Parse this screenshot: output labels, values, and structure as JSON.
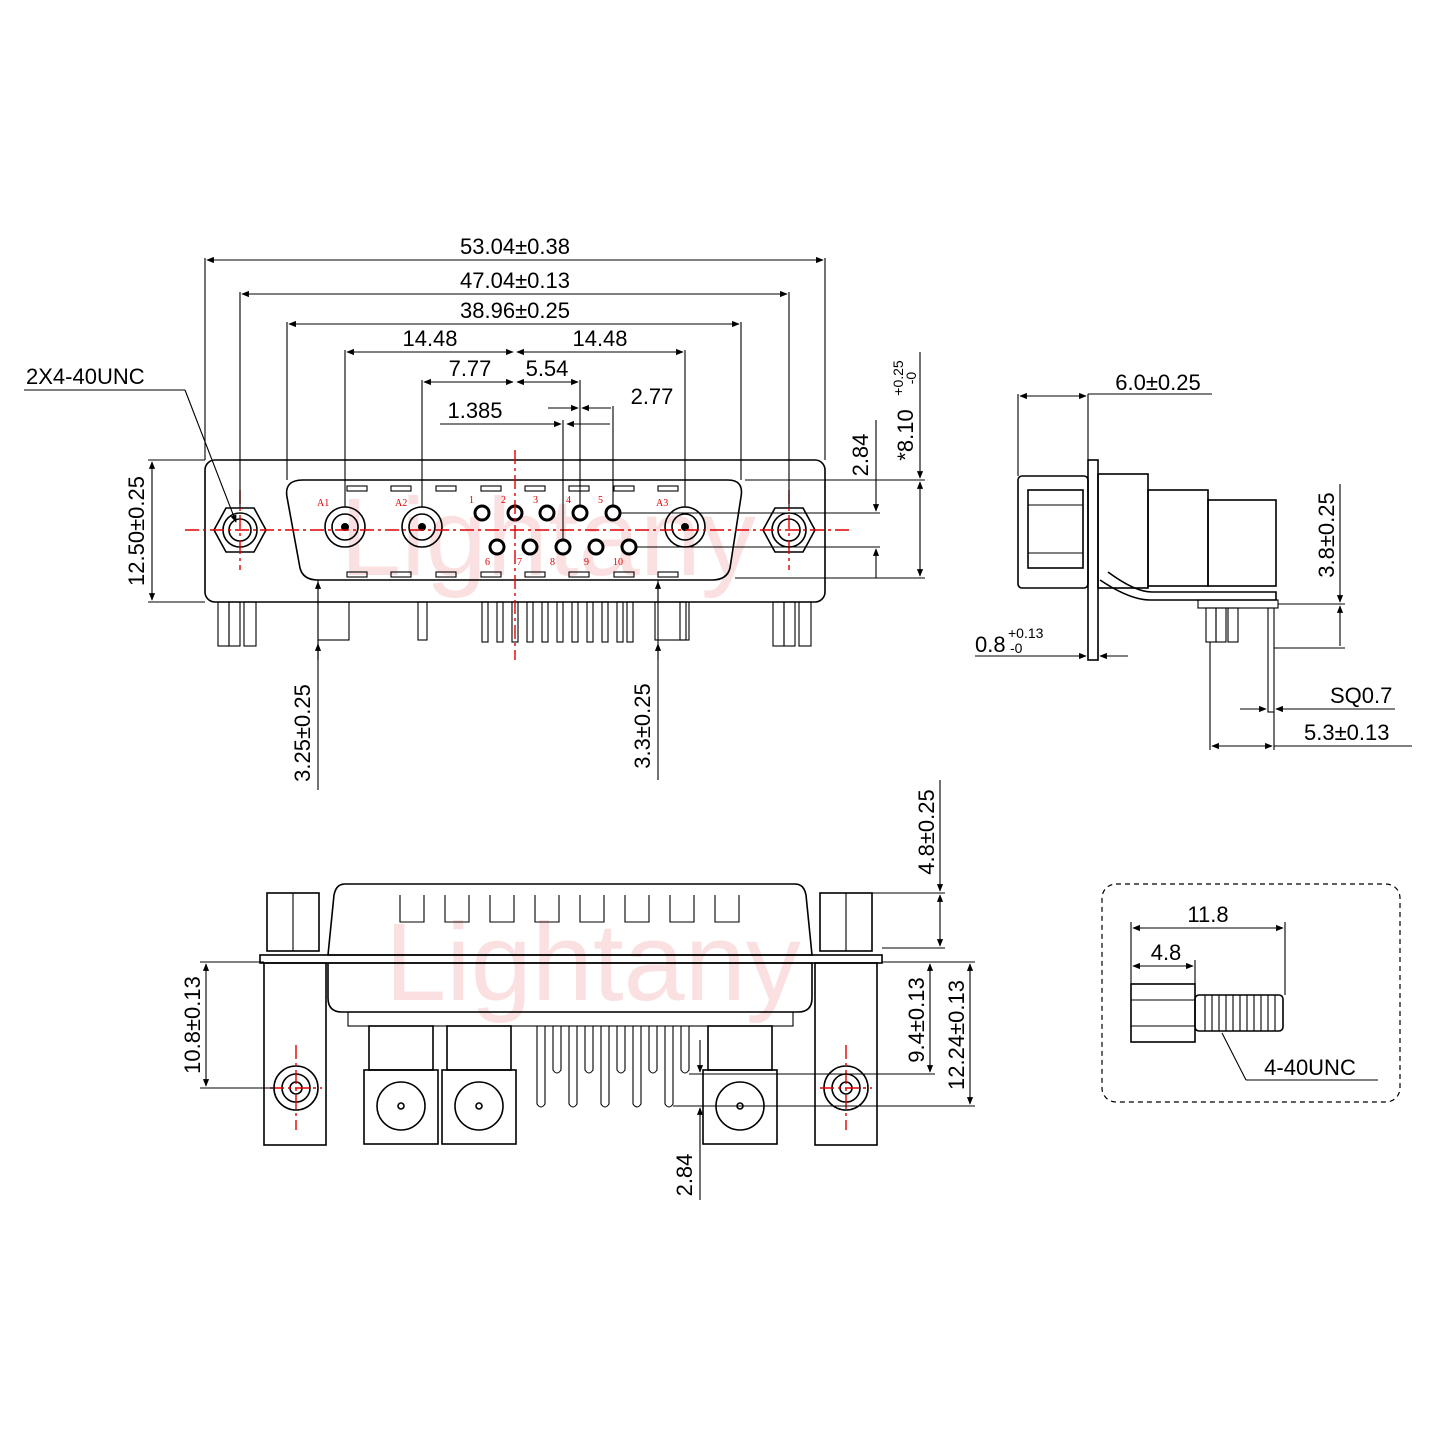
{
  "watermark": "Lightany",
  "front_view": {
    "dims_top": [
      "53.04±0.38",
      "47.04±0.13",
      "38.96±0.25",
      "14.48",
      "14.48",
      "7.77",
      "5.54",
      "1.385",
      "2.77"
    ],
    "thread_note": "2X4-40UNC",
    "height": "12.50±0.25",
    "pitch_v": "2.84",
    "height_tol": "*8.10",
    "height_tol_plus": "+0.25",
    "height_tol_minus": "-0",
    "bottom_left": "3.25±0.25",
    "bottom_right": "3.3±0.25",
    "pin_labels": [
      "A1",
      "A2",
      "1",
      "2",
      "3",
      "4",
      "5",
      "A3",
      "6",
      "7",
      "8",
      "9",
      "10"
    ]
  },
  "side_view": {
    "top": "6.0±0.25",
    "right": "3.8±0.25",
    "flange": "0.8",
    "flange_plus": "+0.13",
    "flange_minus": "-0",
    "pin_sq": "SQ0.7",
    "pin_len": "5.3±0.13"
  },
  "bottom_view": {
    "height": "4.8±0.25",
    "left": "10.8±0.13",
    "right1": "9.4±0.13",
    "right2": "12.24±0.13",
    "pitch": "2.84"
  },
  "screw_detail": {
    "length": "11.8",
    "head": "4.8",
    "thread": "4-40UNC"
  }
}
